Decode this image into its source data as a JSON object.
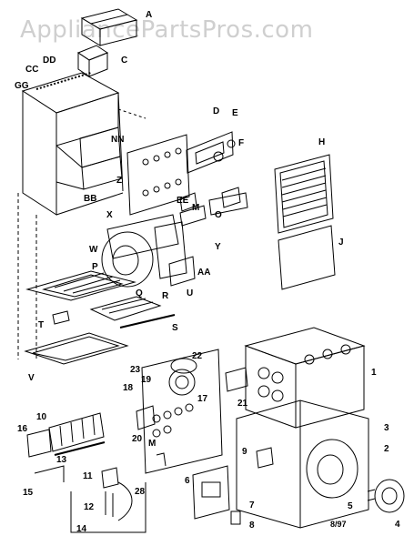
{
  "watermark": "AppliancePartsPros.com",
  "date_code": "8/97",
  "letter_labels": [
    "A",
    "C",
    "CC",
    "DD",
    "GG",
    "NN",
    "Z",
    "BB",
    "D",
    "E",
    "F",
    "H",
    "EE",
    "M",
    "O",
    "X",
    "Y",
    "W",
    "AA",
    "U",
    "J",
    "P",
    "Q",
    "R",
    "S",
    "T",
    "V",
    "M"
  ],
  "number_labels": [
    "1",
    "2",
    "3",
    "4",
    "5",
    "6",
    "7",
    "8",
    "9",
    "10",
    "11",
    "12",
    "13",
    "14",
    "15",
    "16",
    "17",
    "18",
    "19",
    "20",
    "21",
    "22",
    "23",
    "28"
  ]
}
